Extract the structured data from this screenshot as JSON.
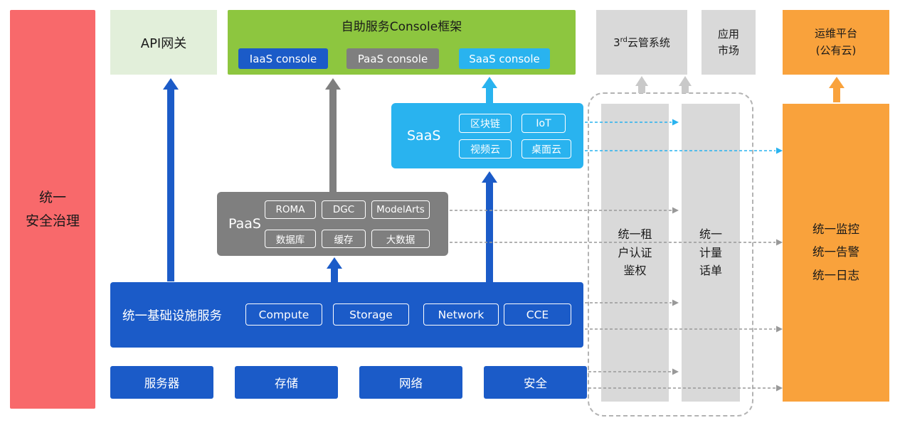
{
  "colors": {
    "red": "#F8696B",
    "light_green": "#E2EFDA",
    "green": "#8DC63F",
    "blue": "#1B5BC8",
    "gray": "#7F7F7F",
    "light_gray": "#D9D9D9",
    "cyan": "#29B3EF",
    "orange": "#F9A23C"
  },
  "security_bar": {
    "label": "统一\n安全治理"
  },
  "api_gateway": {
    "label": "API网关"
  },
  "console_frame": {
    "title": "自助服务Console框架",
    "consoles": [
      "IaaS console",
      "PaaS console",
      "SaaS console"
    ]
  },
  "third_party_cms": {
    "prefix": "3",
    "sup": "rd",
    "suffix": "云管系统"
  },
  "app_market": {
    "label": "应用\n市场"
  },
  "om_platform": {
    "label": "运维平台\n(公有云)"
  },
  "saas": {
    "label": "SaaS",
    "items": [
      "区块链",
      "IoT",
      "视频云",
      "桌面云"
    ]
  },
  "paas": {
    "label": "PaaS",
    "items": [
      "ROMA",
      "DGC",
      "ModelArts",
      "数据库",
      "缓存",
      "大数据"
    ]
  },
  "infra": {
    "label": "统一基础设施服务",
    "items": [
      "Compute",
      "Storage",
      "Network",
      "CCE"
    ]
  },
  "resources": [
    "服务器",
    "存储",
    "网络",
    "安全"
  ],
  "auth_bar": {
    "label": "统一租\n户认证\n鉴权"
  },
  "billing_bar": {
    "label": "统一\n计量\n话单"
  },
  "monitor_bar": {
    "label": "统一监控\n统一告警\n统一日志"
  }
}
